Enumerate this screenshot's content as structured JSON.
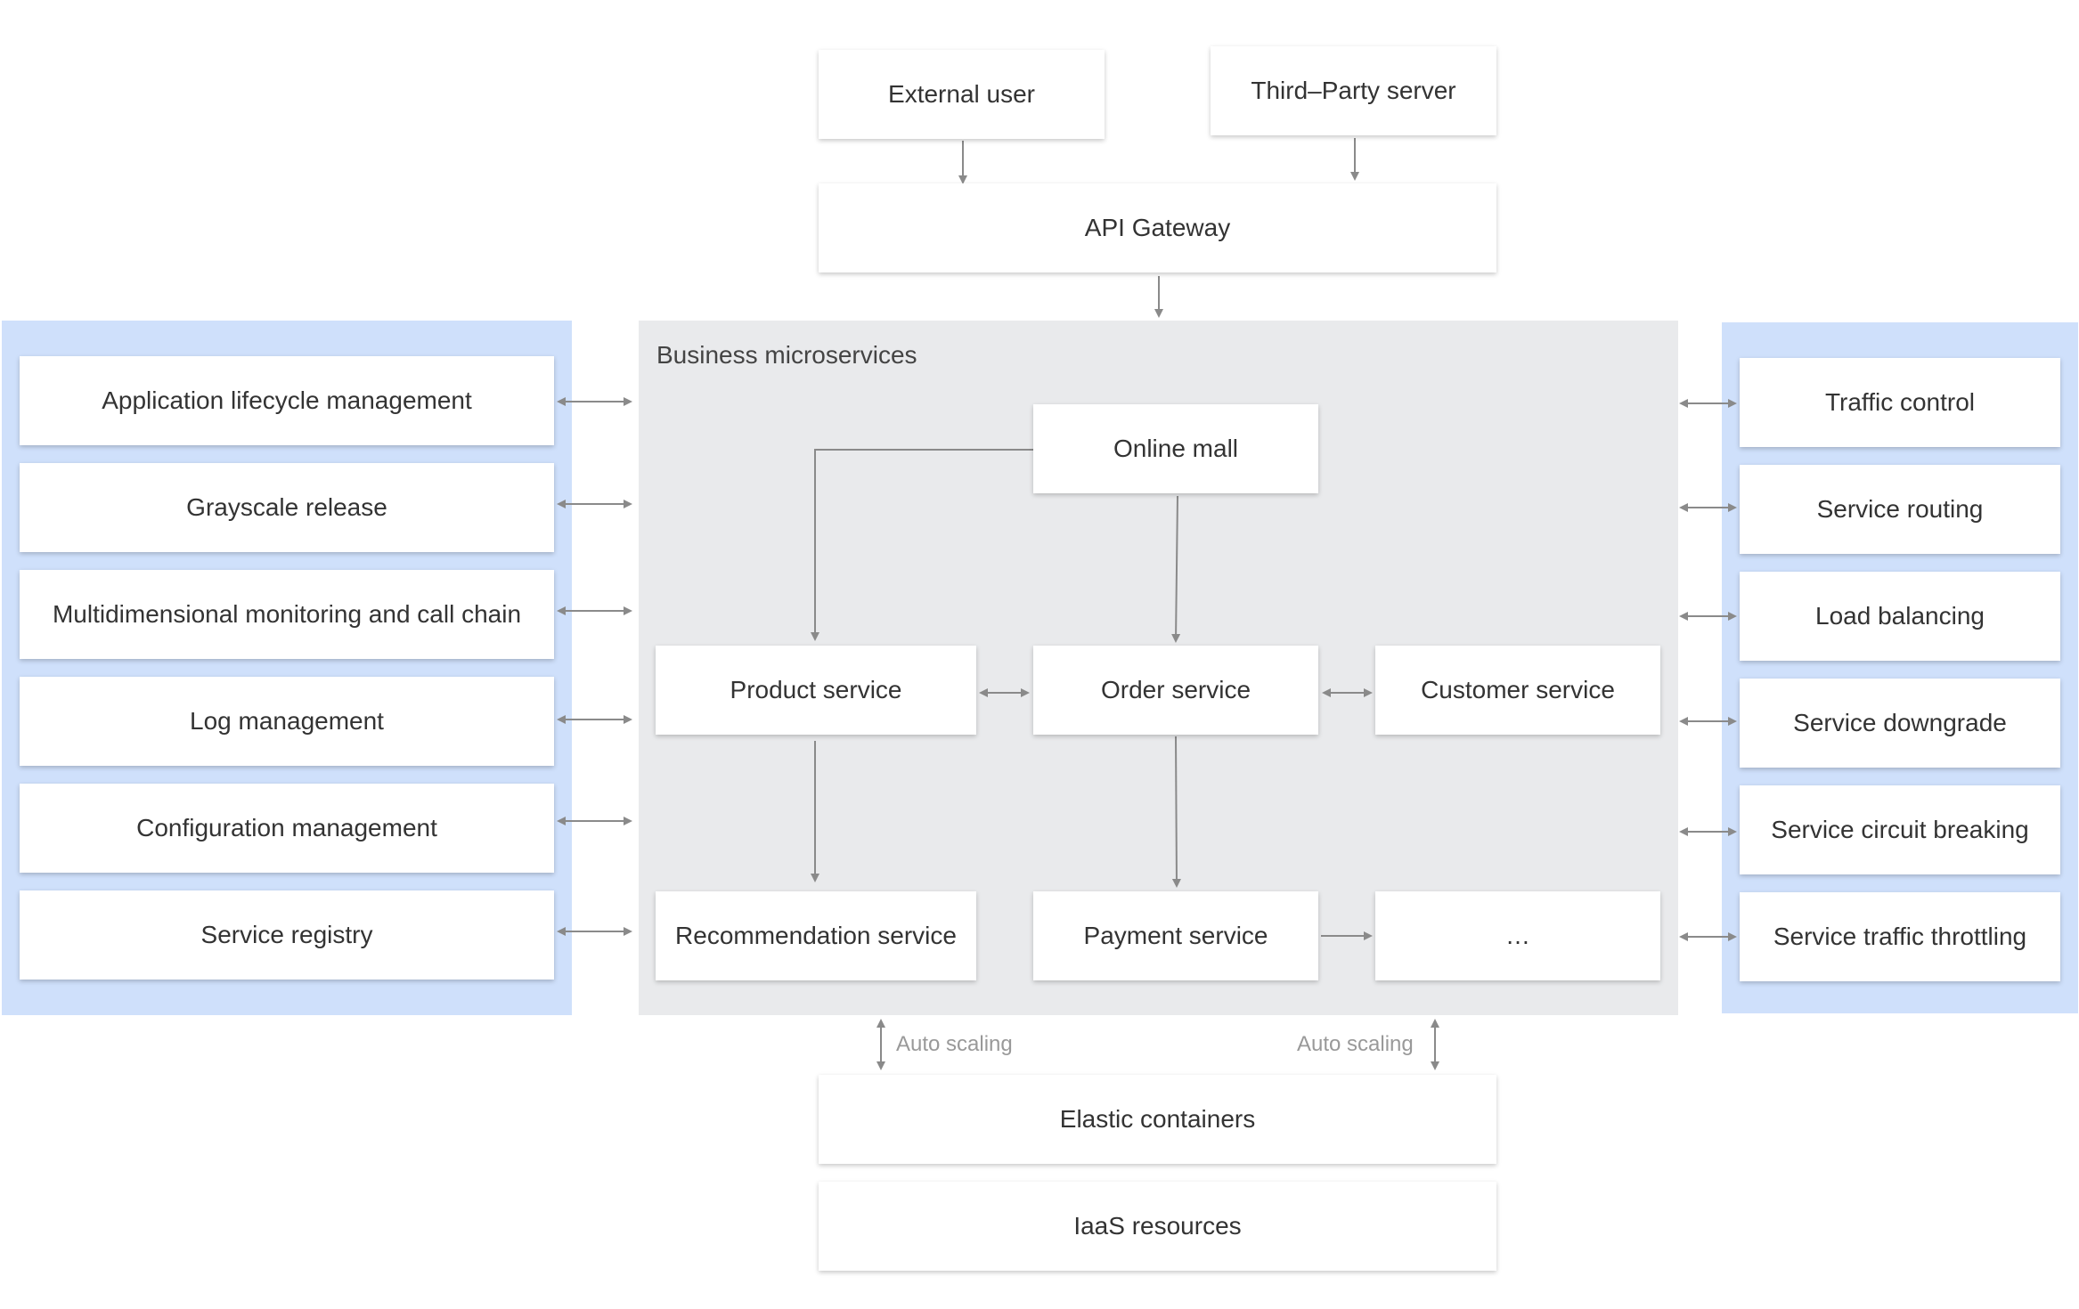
{
  "top": {
    "external_user": "External user",
    "third_party_server": "Third–Party server",
    "api_gateway": "API Gateway"
  },
  "left_panel": {
    "items": [
      "Application lifecycle management",
      "Grayscale release",
      "Multidimensional monitoring and call chain",
      "Log management",
      "Configuration management",
      "Service registry"
    ]
  },
  "center_panel": {
    "title": "Business microservices",
    "online_mall": "Online mall",
    "product_service": "Product service",
    "order_service": "Order service",
    "customer_service": "Customer service",
    "recommendation_service": "Recommendation service",
    "payment_service": "Payment service",
    "more": "…"
  },
  "right_panel": {
    "items": [
      "Traffic control",
      "Service routing",
      "Load balancing",
      "Service downgrade",
      "Service circuit breaking",
      "Service traffic throttling"
    ]
  },
  "bottom": {
    "auto_scaling_left": "Auto scaling",
    "auto_scaling_right": "Auto scaling",
    "elastic_containers": "Elastic containers",
    "iaas_resources": "IaaS resources"
  },
  "colors": {
    "side_panel": "#cfe0fb",
    "center_panel": "#e9eaec",
    "connector": "#8a8a8a"
  }
}
